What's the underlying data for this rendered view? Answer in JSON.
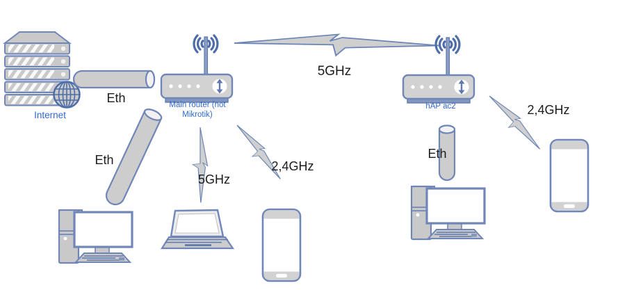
{
  "diagram": {
    "type": "network-topology",
    "background": "#ffffff",
    "colors": {
      "shape_fill": "#cdcdcd",
      "shape_stroke": "#7086b8",
      "accent_stroke": "#4d6da8",
      "node_label_color": "#3069d1",
      "link_label_color": "#1c1c1c"
    },
    "nodes": [
      {
        "id": "internet",
        "type": "server-with-globe",
        "label": "Internet"
      },
      {
        "id": "main-router",
        "type": "wireless-router",
        "label": "Main router (not Mikrotik)"
      },
      {
        "id": "hap-ac2",
        "type": "wireless-router",
        "label": "hAP ac2"
      },
      {
        "id": "desktop-left",
        "type": "desktop-computer",
        "label": ""
      },
      {
        "id": "laptop",
        "type": "laptop",
        "label": ""
      },
      {
        "id": "phone-center",
        "type": "smartphone",
        "label": ""
      },
      {
        "id": "desktop-right",
        "type": "desktop-computer",
        "label": ""
      },
      {
        "id": "phone-right",
        "type": "smartphone",
        "label": ""
      }
    ],
    "links": [
      {
        "from": "internet",
        "to": "main-router",
        "medium": "ethernet-cable",
        "label": "Eth"
      },
      {
        "from": "main-router",
        "to": "hap-ac2",
        "medium": "wireless",
        "label": "5GHz"
      },
      {
        "from": "main-router",
        "to": "desktop-left",
        "medium": "ethernet-cable",
        "label": "Eth"
      },
      {
        "from": "main-router",
        "to": "laptop",
        "medium": "wireless",
        "label": "5GHz"
      },
      {
        "from": "main-router",
        "to": "phone-center",
        "medium": "wireless",
        "label": "2,4GHz"
      },
      {
        "from": "hap-ac2",
        "to": "desktop-right",
        "medium": "ethernet-cable",
        "label": "Eth"
      },
      {
        "from": "hap-ac2",
        "to": "phone-right",
        "medium": "wireless",
        "label": "2,4GHz"
      }
    ]
  }
}
